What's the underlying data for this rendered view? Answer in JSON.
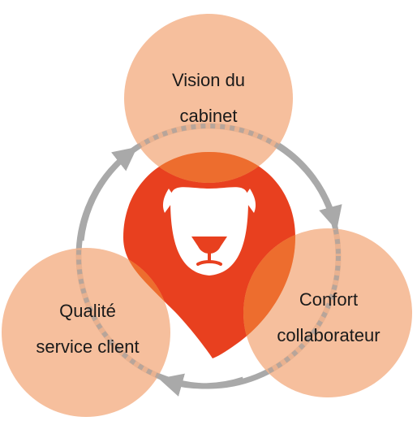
{
  "diagram": {
    "colors": {
      "circle_fill": "#f4b48c",
      "circle_opacity": 0.85,
      "logo_red": "#e8401f",
      "overlap_orange": "#ed6d2e",
      "cycle_arrow": "#a9a9a9",
      "logo_white": "#ffffff",
      "text": "#1a1a1a"
    },
    "center_logo": {
      "icon": "lion-face-map-pin-icon"
    },
    "circles": [
      {
        "id": "top",
        "lines": [
          "Vision du",
          "cabinet"
        ]
      },
      {
        "id": "right",
        "lines": [
          "Confort",
          "collaborateur"
        ]
      },
      {
        "id": "left",
        "lines": [
          "Qualité",
          "service client"
        ]
      }
    ],
    "cycle": {
      "direction": "clockwise",
      "arrow_count": 3
    }
  }
}
